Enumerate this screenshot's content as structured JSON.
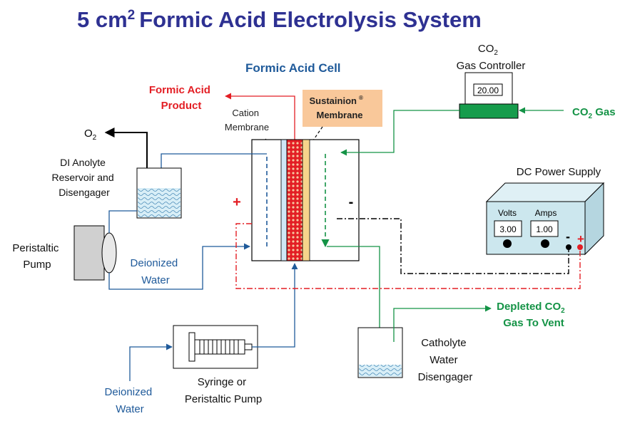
{
  "title": {
    "main": "5 cm",
    "sup": "2",
    "rest": "Formic Acid Electrolysis System"
  },
  "labels": {
    "formic_acid_cell": "Formic Acid Cell",
    "formic_acid_product_1": "Formic Acid",
    "formic_acid_product_2": "Product",
    "cation_membrane_1": "Cation",
    "cation_membrane_2": "Membrane",
    "sustainion_membrane_1": "Sustainion",
    "sustainion_membrane_mark": "®",
    "sustainion_membrane_2": "Membrane",
    "o2_main": "O",
    "o2_sub": "2",
    "di_anolyte_1": "DI Anolyte",
    "di_anolyte_2": "Reservoir and",
    "di_anolyte_3": "Disengager",
    "peristaltic_pump_1": "Peristaltic",
    "peristaltic_pump_2": "Pump",
    "deionized_water_1a": "Deionized",
    "deionized_water_1b": "Water",
    "deionized_water_2a": "Deionized",
    "deionized_water_2b": "Water",
    "syringe_pump_1": "Syringe or",
    "syringe_pump_2": "Peristaltic Pump",
    "co2_controller_main": "CO",
    "co2_controller_sub": "2",
    "co2_controller_2": "Gas Controller",
    "co2_gas_main": "CO",
    "co2_gas_sub": "2",
    "co2_gas_rest": " Gas",
    "dc_power_supply": "DC Power Supply",
    "volts_label": "Volts",
    "amps_label": "Amps",
    "plus_sign": "+",
    "minus_sign": "-",
    "ps_minus": "-",
    "ps_plus": "+",
    "depleted_co2_1_main": "Depleted CO",
    "depleted_co2_1_sub": "2",
    "depleted_co2_2": "Gas To Vent",
    "catholyte_1": "Catholyte",
    "catholyte_2": "Water",
    "catholyte_3": "Disengager"
  },
  "readouts": {
    "co2_flow": "20.00",
    "volts": "3.00",
    "amps": "1.00"
  },
  "colors": {
    "title": "#2E3192",
    "cell_title": "#1F5A9A",
    "product_red": "#E31E24",
    "co2_green": "#149346",
    "water_blue": "#1F5A9A",
    "sustainion_box": "#F9C89A",
    "power_supply": "#CCE7EE"
  }
}
